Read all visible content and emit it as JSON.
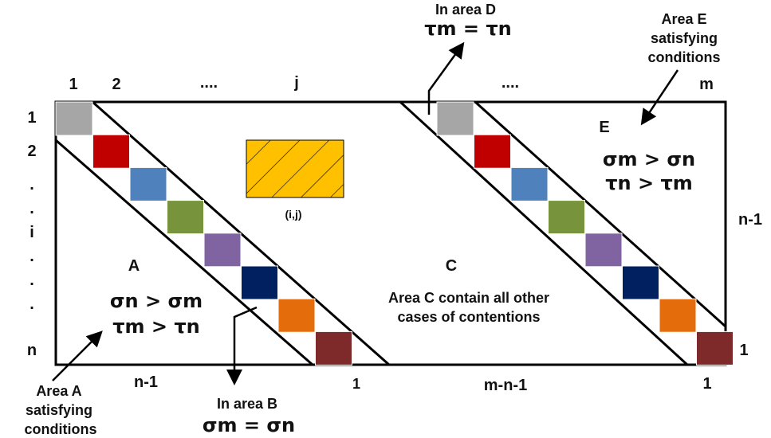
{
  "columns": {
    "c1": "1",
    "c2": "2",
    "dots1": "....",
    "cj": "j",
    "dots2": "....",
    "cm": "m"
  },
  "rows": {
    "r1": "1",
    "r2": "2",
    "d1": ".",
    "d2": ".",
    "ri": "i",
    "d3": ".",
    "d4": ".",
    "d5": ".",
    "rn": "n"
  },
  "right_labels": {
    "n_minus_1": "n-1",
    "one": "1"
  },
  "bottom_labels": {
    "n_minus_1": "n-1",
    "one_a": "1",
    "m_n_1": "m-n-1",
    "one_b": "1"
  },
  "cell_label": "(i,j)",
  "area_a": {
    "letter": "A",
    "rel1": "σn > σm",
    "rel2": "τm > τn",
    "callout": [
      "Area A",
      "satisfying",
      "conditions"
    ]
  },
  "area_b": {
    "callout": "In area B",
    "rel": "σm = σn"
  },
  "area_c": {
    "letter": "C",
    "desc": [
      "Area C contain all other",
      "cases of contentions"
    ]
  },
  "area_d": {
    "callout": "In area D",
    "rel": "τm = τn"
  },
  "area_e": {
    "letter": "E",
    "rel1": "σm > σn",
    "rel2": "τn > τm",
    "callout": [
      "Area E",
      "satisfying",
      "conditions"
    ]
  },
  "colors": {
    "diagonal": [
      "#a6a6a6",
      "#c00000",
      "#4f81bd",
      "#77933c",
      "#8064a2",
      "#002060",
      "#e46c0a",
      "#7f2a2a"
    ],
    "hatch_fill": "#ffc000"
  }
}
